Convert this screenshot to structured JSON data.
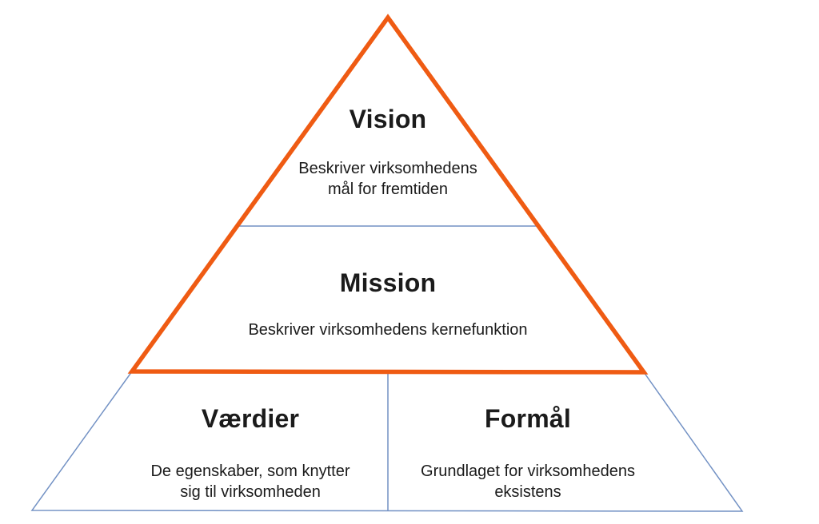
{
  "diagram": {
    "type": "pyramid",
    "sections": {
      "vision": {
        "title": "Vision",
        "description": "Beskriver virksomhedens mål for fremtiden"
      },
      "mission": {
        "title": "Mission",
        "description": "Beskriver virksomhedens kernefunktion"
      },
      "vaerdier": {
        "title": "Værdier",
        "description": "De egenskaber, som knytter sig til virksomheden"
      },
      "formaal": {
        "title": "Formål",
        "description": "Grundlaget for virksomhedens eksistens"
      }
    },
    "colors": {
      "pyramid_outline_orange": "#EF5B13",
      "divider_blue": "#7291C4",
      "text": "#1B1B1B",
      "background": "#FFFFFF"
    }
  }
}
